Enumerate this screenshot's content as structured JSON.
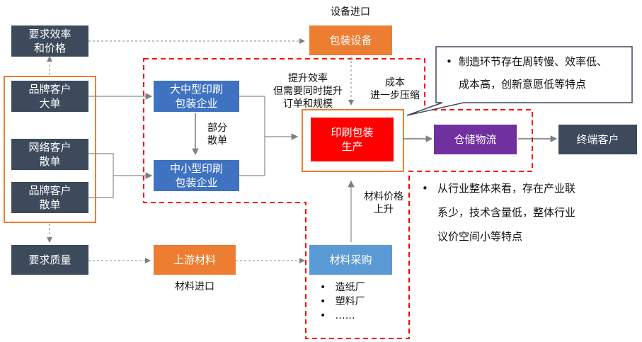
{
  "nodes": {
    "req_efficiency": "要求效率\n和价格",
    "brand_large": "品牌客户\n大单",
    "network_scatter": "网络客户\n散单",
    "brand_scatter": "品牌客户\n散单",
    "req_quality": "要求质量",
    "large_printer": "大中型印刷\n包装企业",
    "small_printer": "中小型印刷\n包装企业",
    "packaging_equipment": "包装设备",
    "upstream_material": "上游材料",
    "printing_production": "印刷包装\n生产",
    "material_purchase": "材料采购",
    "warehouse": "仓储物流",
    "end_customer": "终端客户"
  },
  "labels": {
    "equipment_import": "设备进口",
    "material_import": "材料进口",
    "partial_scatter": "部分\n散单",
    "efficiency_note": "提升效率\n但需要同时提升\n订单和规模",
    "cost_note": "成本\n进一步压缩",
    "material_price": "材料价格\n上升"
  },
  "suppliers": [
    "造纸厂",
    "塑料厂",
    "……"
  ],
  "callouts": {
    "manufacturing": "制造环节存在周转慢、效率低、\n成本高，创新意愿低等特点",
    "industry": "从行业整体来看，存在产业联\n系少，技术含量低，整体行业\n议价空间小等特点"
  },
  "colors": {
    "dark": "#3d4a5c",
    "blue": "#3f72c1",
    "orange": "#ed7d31",
    "red": "#ff0000",
    "purple": "#7030a0",
    "light_blue": "#5b9bd5"
  }
}
